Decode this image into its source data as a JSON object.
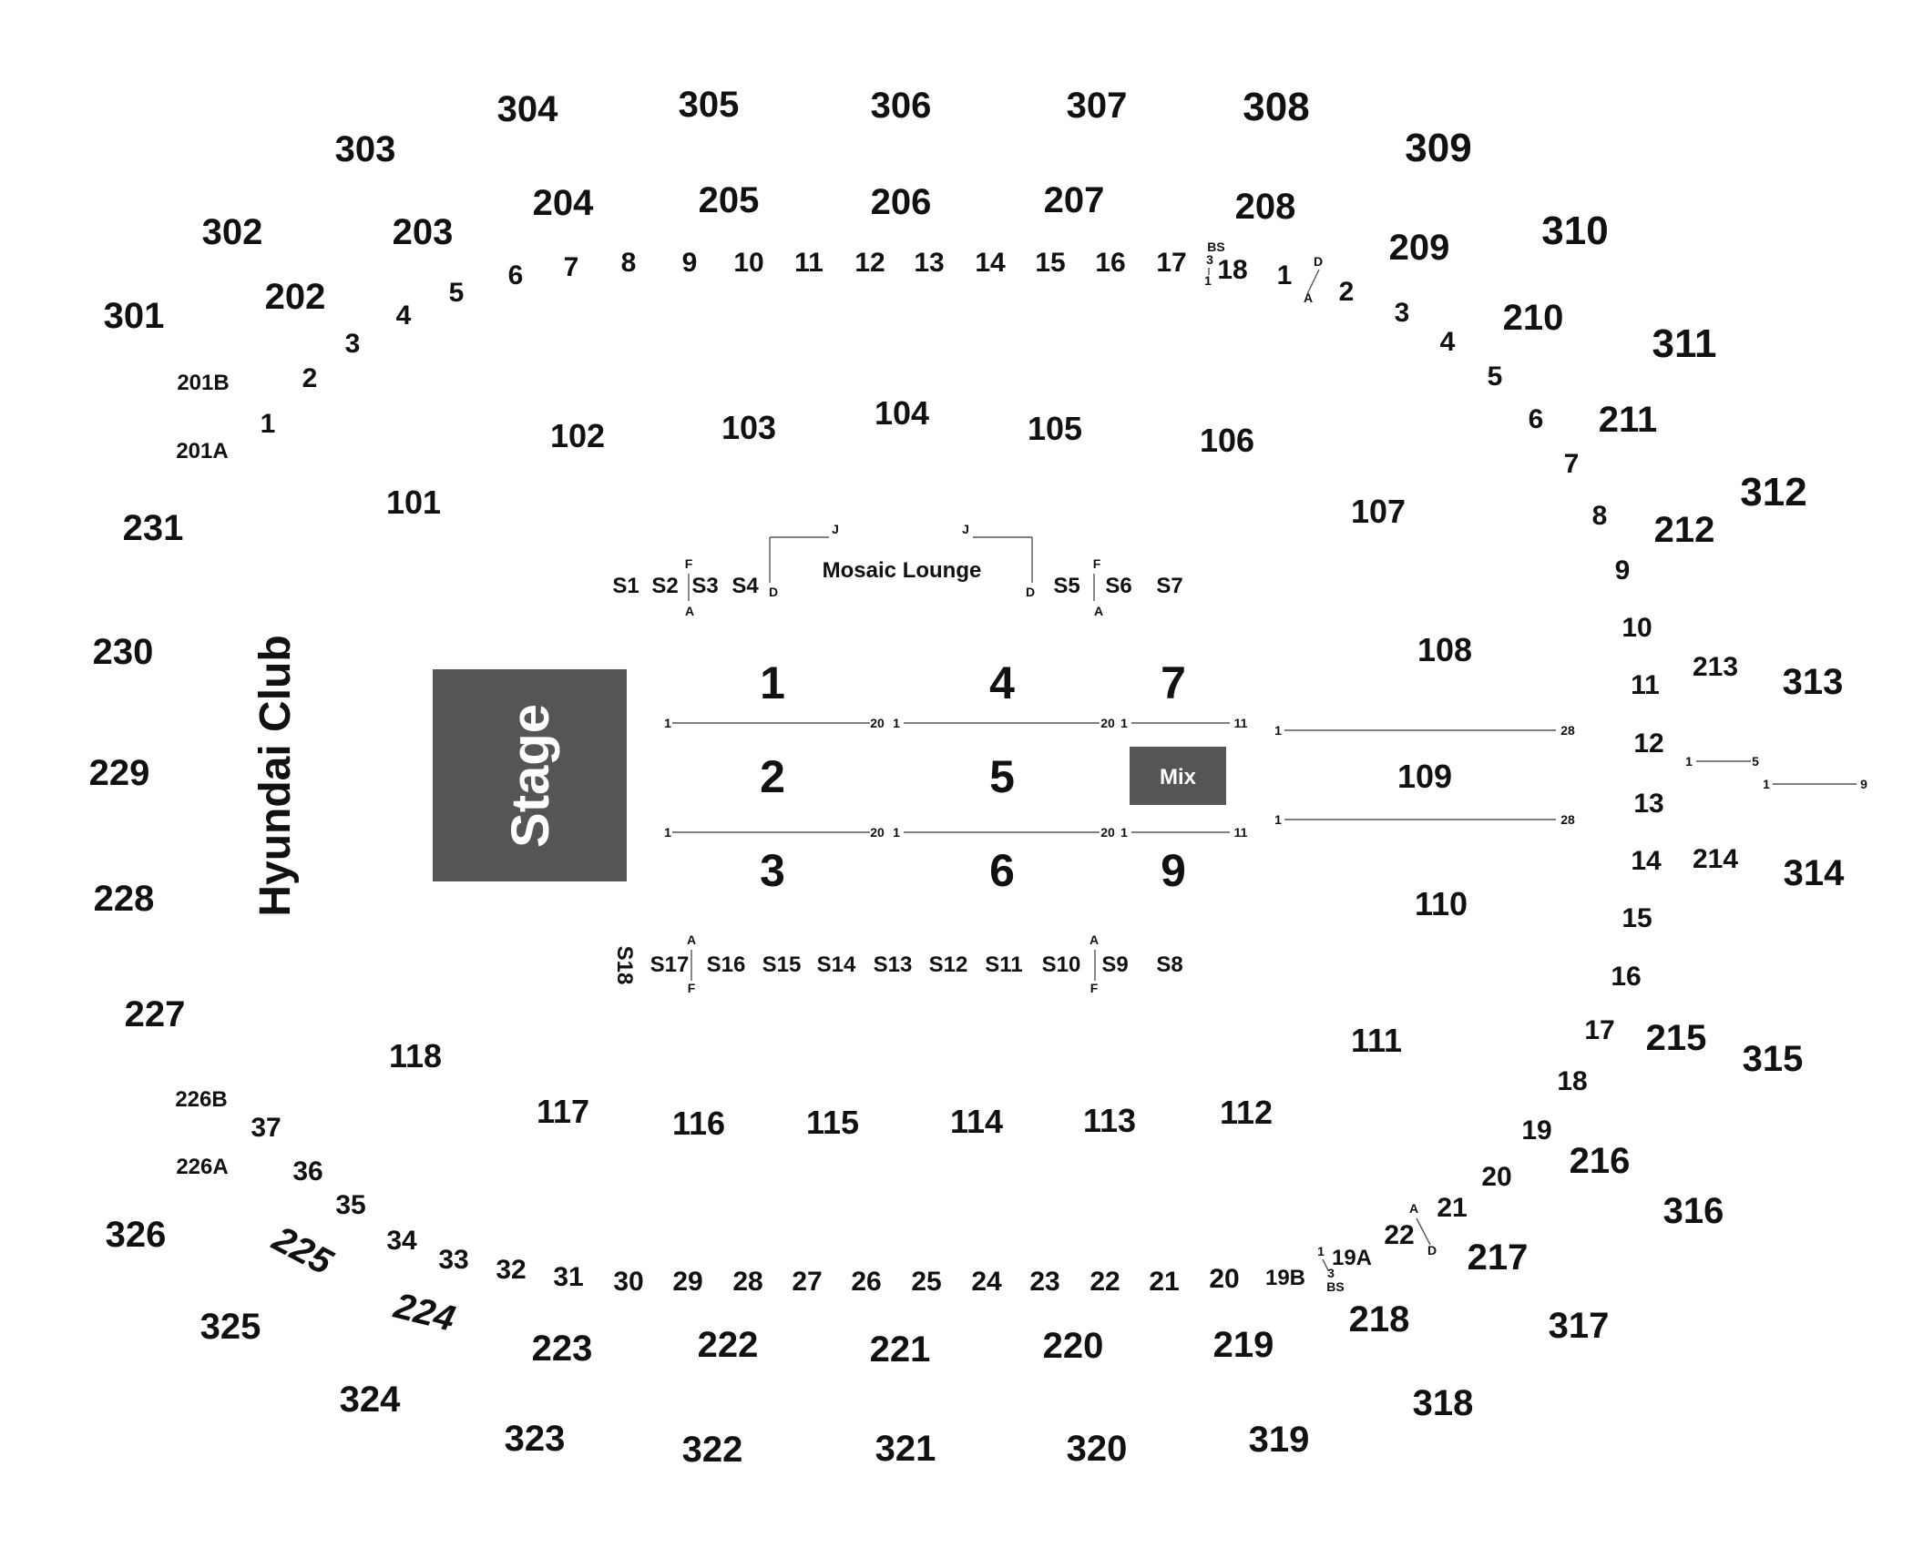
{
  "colors": {
    "background": "#ffffff",
    "text": "#111111",
    "block": "#555555",
    "block_text": "#ffffff"
  },
  "stage": {
    "label": "Stage"
  },
  "mix": {
    "label": "Mix"
  },
  "club": {
    "label": "Hyundai Club"
  },
  "lounge": {
    "label": "Mosaic Lounge",
    "left_marks": [
      "J",
      "D"
    ],
    "right_marks": [
      "J",
      "D"
    ]
  },
  "floor_sections": [
    "1",
    "2",
    "3",
    "4",
    "5",
    "6",
    "7",
    "9"
  ],
  "floor_row_numbers": {
    "row_start": "1",
    "row_end_a": "20",
    "row_end_b": "11",
    "sec109_end": "28",
    "sec213_end": "5",
    "sec313_end": "9"
  },
  "section_109": "109",
  "sections_300": [
    "301",
    "302",
    "303",
    "304",
    "305",
    "306",
    "307",
    "308",
    "309",
    "310",
    "311",
    "312",
    "313",
    "314",
    "315",
    "316",
    "317",
    "318",
    "319",
    "320",
    "321",
    "322",
    "323",
    "324",
    "325",
    "326"
  ],
  "sections_200": [
    "201A",
    "201B",
    "202",
    "203",
    "204",
    "205",
    "206",
    "207",
    "208",
    "209",
    "210",
    "211",
    "212",
    "213",
    "214",
    "215",
    "216",
    "217",
    "218",
    "219",
    "220",
    "221",
    "222",
    "223",
    "224",
    "225",
    "226A",
    "226B",
    "227",
    "228",
    "229",
    "230",
    "231"
  ],
  "sections_100": [
    "101",
    "102",
    "103",
    "104",
    "105",
    "106",
    "107",
    "108",
    "110",
    "111",
    "112",
    "113",
    "114",
    "115",
    "116",
    "117",
    "118"
  ],
  "suites_top": [
    "S1",
    "S2",
    "S3",
    "S4",
    "S5",
    "S6",
    "S7"
  ],
  "suites_bottom": [
    "S8",
    "S9",
    "S10",
    "S11",
    "S12",
    "S13",
    "S14",
    "S15",
    "S16",
    "S17",
    "S18"
  ],
  "suite_marks": [
    "F",
    "A"
  ],
  "boxes_top": [
    "1",
    "2",
    "3",
    "4",
    "5",
    "6",
    "7",
    "8",
    "9",
    "10",
    "11",
    "12",
    "13",
    "14",
    "15",
    "16",
    "17",
    "18"
  ],
  "boxes_top_right": [
    "1",
    "2",
    "3",
    "4",
    "5",
    "6",
    "7",
    "8",
    "9",
    "10",
    "11",
    "12",
    "13",
    "14",
    "15",
    "16",
    "17",
    "18",
    "19",
    "20",
    "21",
    "22"
  ],
  "boxes_bottom": [
    "19A",
    "19B",
    "20",
    "21",
    "22",
    "23",
    "24",
    "25",
    "26",
    "27",
    "28",
    "29",
    "30",
    "31",
    "32",
    "33",
    "34",
    "35",
    "36",
    "37"
  ],
  "bs_marks": {
    "bs": "BS",
    "three": "3",
    "one": "1",
    "a": "A",
    "d": "D"
  }
}
